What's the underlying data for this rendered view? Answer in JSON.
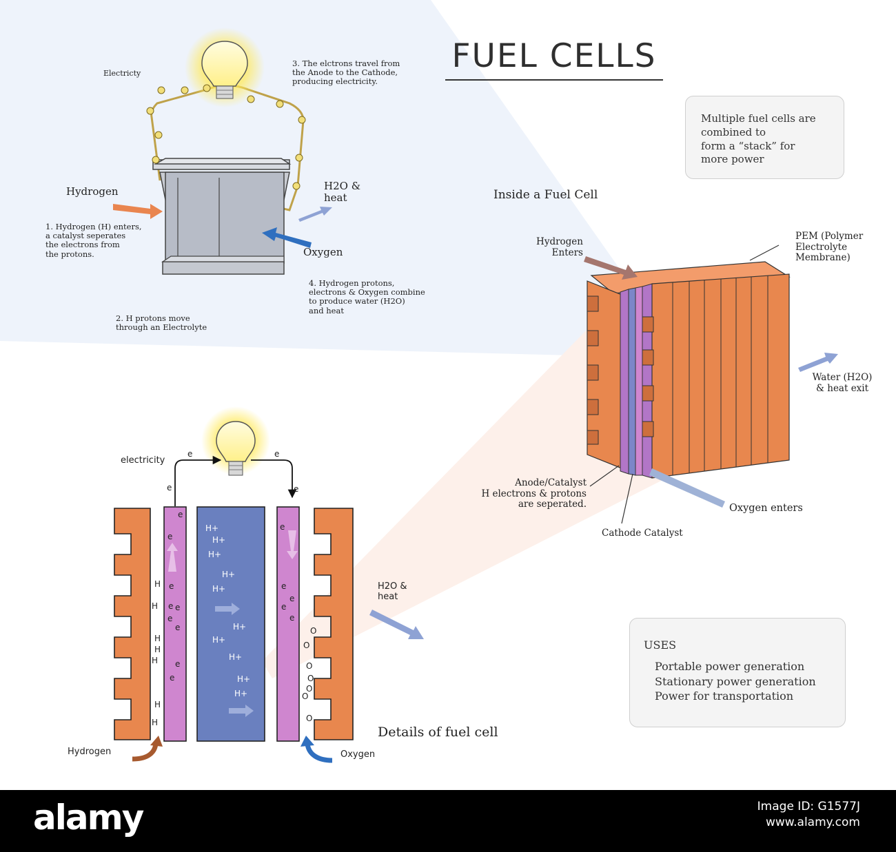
{
  "title": "FUEL CELLS",
  "top": {
    "electricity_label": "Electricty",
    "step3": [
      "3. The elctrons travel from",
      "the Anode to the Cathode,",
      "producing electricity."
    ],
    "hydrogen_label": "Hydrogen",
    "step1": [
      "1. Hydrogen (H) enters,",
      "a catalyst seperates",
      "the electrons from",
      "the protons."
    ],
    "h2o_label": [
      "H2O &",
      "heat"
    ],
    "oxygen_label": "Oxygen",
    "step4": [
      "4. Hydrogen protons,",
      "electrons & Oxygen combine",
      "to produce water (H2O)",
      "and heat"
    ],
    "step2": [
      "2. H protons move",
      "through an Electrolyte"
    ]
  },
  "stack_box": [
    "Multiple fuel cells are",
    "combined to",
    "form a “stack” for",
    "more power"
  ],
  "inside": {
    "title": "Inside a Fuel Cell",
    "hydrogen_enters": [
      "Hydrogen",
      "Enters"
    ],
    "pem": [
      "PEM (Polymer",
      "Electrolyte",
      "Membrane)"
    ],
    "water_exit": [
      "Water (H2O)",
      "& heat exit"
    ],
    "anode": [
      "Anode/Catalyst",
      "H electrons & protons",
      "are seperated."
    ],
    "oxygen_enters": "Oxygen enters",
    "cathode": "Cathode Catalyst"
  },
  "details": {
    "electricity_label": "electricity",
    "e": "e",
    "h": "H",
    "hplus": "H+",
    "o": "O",
    "h2o_label": [
      "H2O &",
      "heat"
    ],
    "title": "Details of fuel cell",
    "hydrogen_label": "Hydrogen",
    "oxygen_label": "Oxygen"
  },
  "uses": {
    "title": "USES",
    "items": [
      "Portable power generation",
      "Stationary power generation",
      "Power for transportation"
    ]
  },
  "footer": {
    "brand": "alamy",
    "image_id": [
      "Image ID: G1577J",
      "www.alamy.com"
    ]
  },
  "colors": {
    "orange": "#e8874e",
    "purple": "#cf86cf",
    "blue_electrolyte": "#6a80bf",
    "cell_grey": "#b7bcc7",
    "arrow_orange": "#e9854f",
    "arrow_blue": "#2f6fbf",
    "arrow_lightblue": "#8ea2d4"
  }
}
